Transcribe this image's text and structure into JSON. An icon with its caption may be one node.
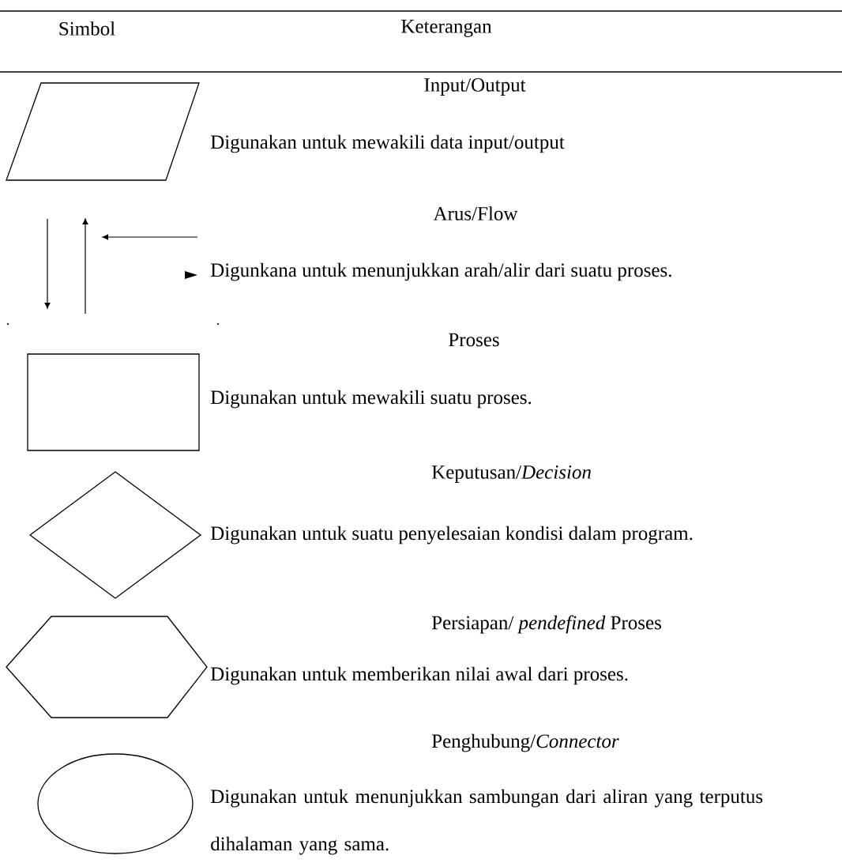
{
  "diagram": {
    "nodes": [
      {
        "text": [],
        "shape": "parallelogram"
      },
      {
        "text": [],
        "shape": "box"
      },
      {
        "text": [],
        "shape": "diamond"
      },
      {
        "text": [],
        "shape": "hexagon"
      },
      {
        "text": [],
        "shape": "ellipse"
      }
    ],
    "labels": [
      "Simbol",
      "Keterangan",
      "Input/Output",
      "Digunakan untuk mewakili data input/output",
      "Arus/Flow",
      "Digunkana untuk menunjukkan arah/alir dari suatu proses.",
      "Proses",
      "Digunakan untuk mewakili suatu proses.",
      "Keputusan/*Decision*",
      "Digunakan untuk suatu penyelesaian kondisi dalam program.",
      "Persiapan/ *pendefined* Proses",
      "Digunakan untuk memberikan nilai awal dari proses.",
      "Penghubung/*Connector*",
      "Digunakan untuk menunjukkan sambungan dari aliran yang terputus dihalaman yang sama."
    ]
  }
}
